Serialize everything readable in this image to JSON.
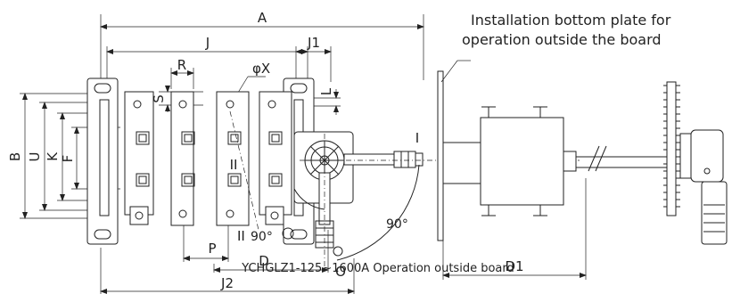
{
  "labels": {
    "A": "A",
    "J": "J",
    "J1": "J1",
    "R": "R",
    "phiX": "φX",
    "S": "S",
    "L": "L",
    "B": "B",
    "U": "U",
    "K": "K",
    "F": "F",
    "I_shaft": "I",
    "II_center": "II",
    "II_bottom": "II",
    "deg90_left": "90°",
    "deg90_right": "90°",
    "P": "P",
    "D": "D",
    "O": "O",
    "J2": "J2",
    "D1": "D1"
  },
  "note": {
    "line1": "Installation bottom plate for",
    "line2": "operation outside the board"
  },
  "caption": "YCHGLZ1-125~1600A Operation outside board"
}
